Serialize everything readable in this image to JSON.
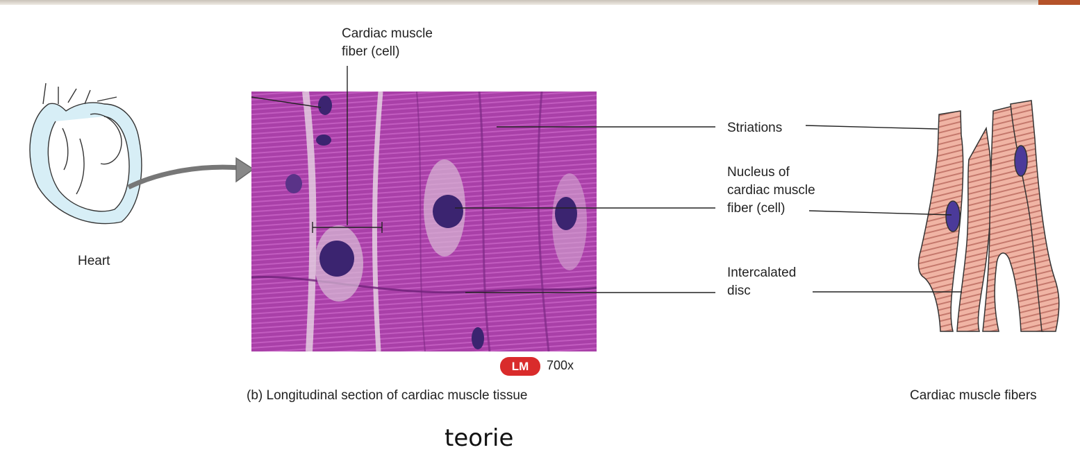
{
  "labels": {
    "fiber_line1": "Cardiac muscle",
    "fiber_line2": "fiber (cell)",
    "striations": "Striations",
    "nucleus_line1": "Nucleus of",
    "nucleus_line2": "cardiac muscle",
    "nucleus_line3": "fiber (cell)",
    "disc_line1": "Intercalated",
    "disc_line2": "disc",
    "heart": "Heart"
  },
  "badge": {
    "text": "LM",
    "magnification": "700x"
  },
  "captions": {
    "micrograph": "(b) Longitudinal section of cardiac muscle tissue",
    "fibers": "Cardiac muscle fibers"
  },
  "footer_text": "teorie",
  "colors": {
    "tissue": "#a940a8",
    "tissue_dark": "#7e2a86",
    "nucleus": "#3b2470",
    "fiber_fill": "#f0b4a4",
    "fiber_stripe": "#c4786c",
    "badge": "#d92b2b",
    "heart_fill": "#d7eef6"
  }
}
